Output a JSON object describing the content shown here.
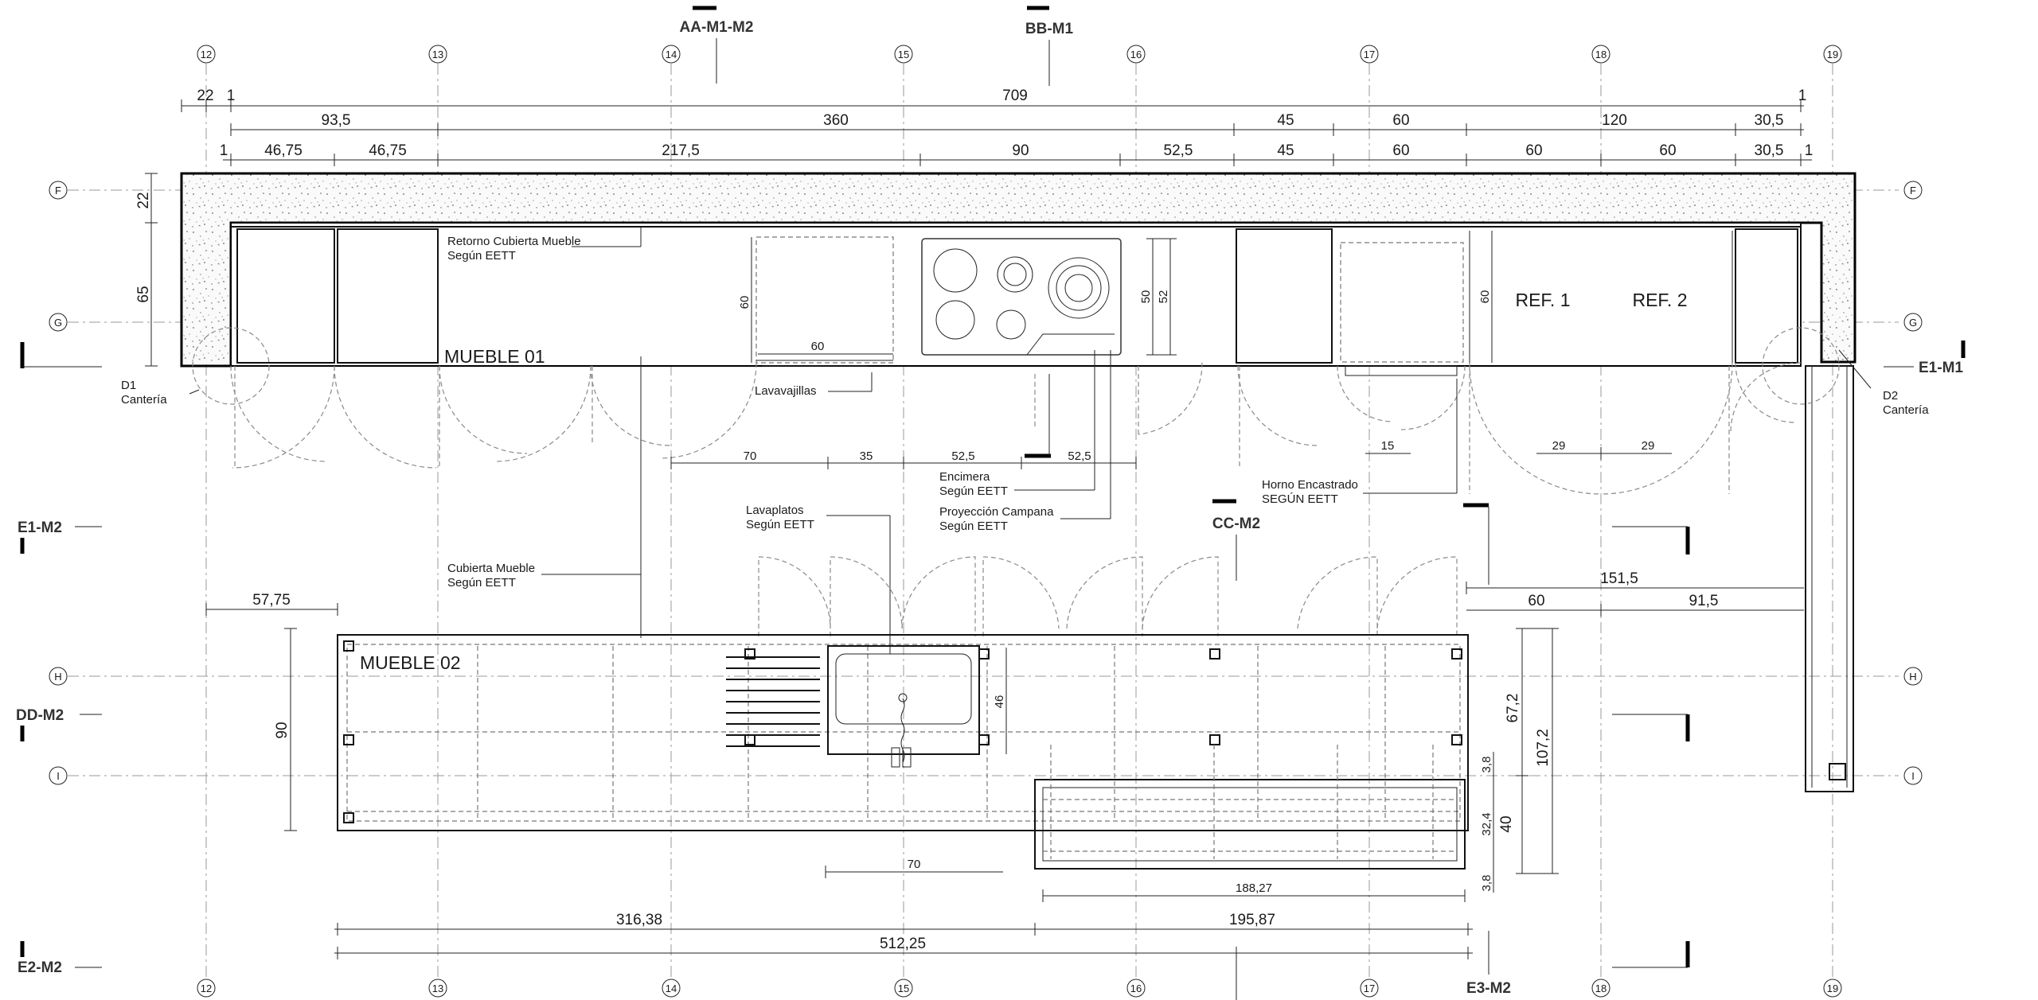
{
  "grid": {
    "columns": [
      "12",
      "13",
      "14",
      "15",
      "16",
      "17",
      "18",
      "19"
    ],
    "rows": [
      "F",
      "G",
      "H",
      "I"
    ]
  },
  "sections": {
    "aa": "AA-M1-M2",
    "bb": "BB-M1",
    "cc": "CC-M2",
    "dd": "DD-M2",
    "e1m1": "E1-M1",
    "e1m2": "E1-M2",
    "e2": "E2-M2",
    "e3": "E3-M2"
  },
  "dims_top": {
    "row1": [
      "22",
      "1",
      "709",
      "1"
    ],
    "row2": [
      "93,5",
      "360",
      "45",
      "60",
      "120",
      "30,5"
    ],
    "row3": [
      "1",
      "46,75",
      "46,75",
      "217,5",
      "90",
      "52,5",
      "45",
      "60",
      "60",
      "60",
      "30,5",
      "1"
    ]
  },
  "dims_side": {
    "d22": "22",
    "d65": "65",
    "d60a": "60",
    "d60b": "60",
    "d50": "50",
    "d52": "52",
    "d60c": "60"
  },
  "dims_mid": {
    "d70": "70",
    "d35": "35",
    "d525a": "52,5",
    "d525b": "52,5",
    "d15": "15",
    "d29a": "29",
    "d29b": "29",
    "d1515": "151,5",
    "d60": "60",
    "d915": "91,5",
    "d5775": "57,75"
  },
  "dims_island": {
    "d90": "90",
    "d46": "46",
    "d672": "67,2",
    "d1072": "107,2",
    "d38a": "3,8",
    "d324": "32,4",
    "d40": "40",
    "d38b": "3,8",
    "d70b": "70",
    "d18827": "188,27",
    "d31638": "316,38",
    "d19587": "195,87",
    "d51225": "512,25"
  },
  "labels": {
    "mueble01": "MUEBLE 01",
    "mueble02": "MUEBLE 02",
    "ref1": "REF. 1",
    "ref2": "REF. 2",
    "retorno": [
      "Retorno Cubierta Mueble",
      "Según EETT"
    ],
    "lavavajillas": "Lavavajillas",
    "encimera": [
      "Encimera",
      "Según EETT"
    ],
    "proyeccion": [
      "Proyección Campana",
      "Según EETT"
    ],
    "lavaplatos": [
      "Lavaplatos",
      "Según EETT"
    ],
    "cubierta": [
      "Cubierta Mueble",
      "Según EETT"
    ],
    "horno": [
      "Horno Encastrado",
      "SEGÚN EETT"
    ],
    "d1": [
      "D1",
      "Cantería"
    ],
    "d2": [
      "D2",
      "Cantería"
    ]
  }
}
